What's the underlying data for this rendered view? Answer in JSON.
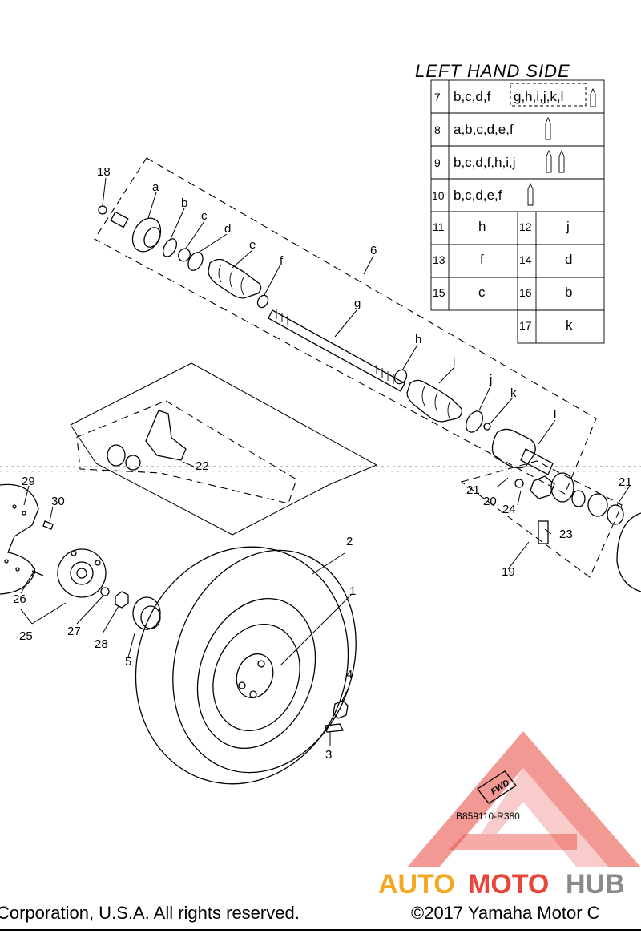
{
  "table": {
    "title": "LEFT HAND SIDE",
    "rows": [
      {
        "num": "7",
        "text": "b,c,d,f",
        "boxed": "g,h,i,j,k,l"
      },
      {
        "num": "8",
        "text": "a,b,c,d,e,f"
      },
      {
        "num": "9",
        "text": "b,c,d,f,h,i,j"
      },
      {
        "num": "10",
        "text": "b,c,d,e,f"
      }
    ],
    "pairs": [
      {
        "n1": "11",
        "v1": "h",
        "n2": "12",
        "v2": "j"
      },
      {
        "n1": "13",
        "v1": "f",
        "n2": "14",
        "v2": "d"
      },
      {
        "n1": "15",
        "v1": "c",
        "n2": "16",
        "v2": "b"
      },
      {
        "n1": "",
        "v1": "",
        "n2": "17",
        "v2": "k"
      }
    ]
  },
  "callouts": {
    "n18": "18",
    "a": "a",
    "b": "b",
    "c": "c",
    "d": "d",
    "e": "e",
    "f": "f",
    "n6": "6",
    "g": "g",
    "h": "h",
    "i": "i",
    "j": "j",
    "k": "k",
    "l": "l",
    "n22": "22",
    "n29": "29",
    "n30": "30",
    "n26": "26",
    "n25": "25",
    "n27": "27",
    "n28": "28",
    "n5": "5",
    "n2": "2",
    "n1": "1",
    "n4": "4",
    "n3": "3",
    "n21a": "21",
    "n20": "20",
    "n24": "24",
    "n21b": "21",
    "n23": "23",
    "n19": "19"
  },
  "stamp": {
    "fwd": "FWD",
    "code": "B859110-R380"
  },
  "watermark": {
    "part1": "AUTO",
    "part2": "MOTO",
    "part3": "HUB",
    "color_red": "#e8453c",
    "color_orange": "#f5a623",
    "color_gray": "#8a8a8a"
  },
  "footer": {
    "left": "Corporation, U.S.A. All rights reserved.",
    "right": "©2017 Yamaha Motor C"
  }
}
